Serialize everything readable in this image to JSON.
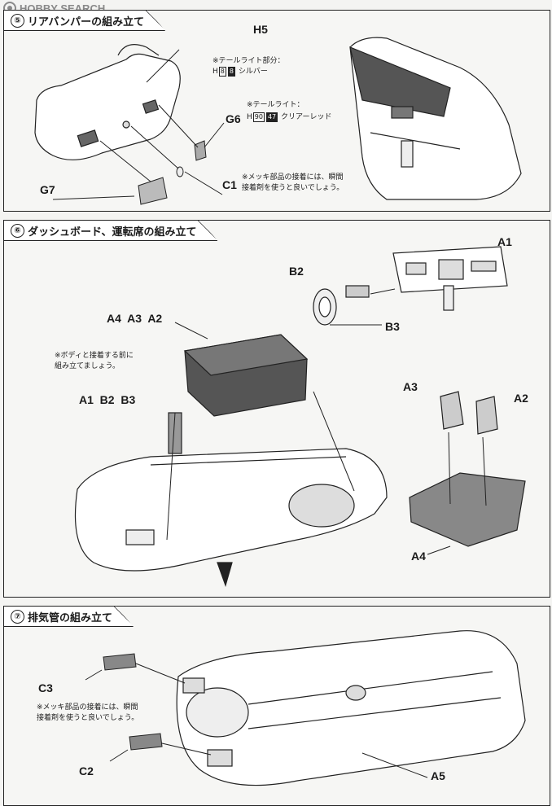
{
  "watermark": {
    "text": "HOBBY SEARCH"
  },
  "step5": {
    "number": "⑤",
    "title": "リアバンパーの組み立て",
    "labels": {
      "h5": "H5",
      "g7": "G7",
      "g6": "G6",
      "c1": "C1"
    },
    "taillight_part_note": "※テールライト部分：",
    "taillight_part_prefix": "H",
    "taillight_part_chip1": "8",
    "taillight_part_chip2": "8",
    "taillight_part_color": "シルバー",
    "taillight_note": "※テールライト：",
    "taillight_prefix": "H",
    "taillight_chip1": "90",
    "taillight_chip2": "47",
    "taillight_color": "クリアーレッド",
    "chrome_note_line1": "※メッキ部品の接着には、瞬間",
    "chrome_note_line2": "接着剤を使うと良いでしょう。"
  },
  "step6": {
    "number": "⑥",
    "title": "ダッシュボード、運転席の組み立て",
    "labels": {
      "a1": "A1",
      "b2": "B2",
      "b3": "B3",
      "a4a3a2": "A4  A3  A2",
      "a1b2b3": "A1  B2  B3",
      "a3": "A3",
      "a2": "A2",
      "a4": "A4"
    },
    "body_note_line1": "※ボディと接着する前に",
    "body_note_line2": "組み立てましょう。"
  },
  "step7": {
    "number": "⑦",
    "title": "排気管の組み立て",
    "labels": {
      "c3": "C3",
      "c2": "C2",
      "a5": "A5"
    },
    "chrome_note_line1": "※メッキ部品の接着には、瞬間",
    "chrome_note_line2": "接着剤を使うと良いでしょう。"
  }
}
